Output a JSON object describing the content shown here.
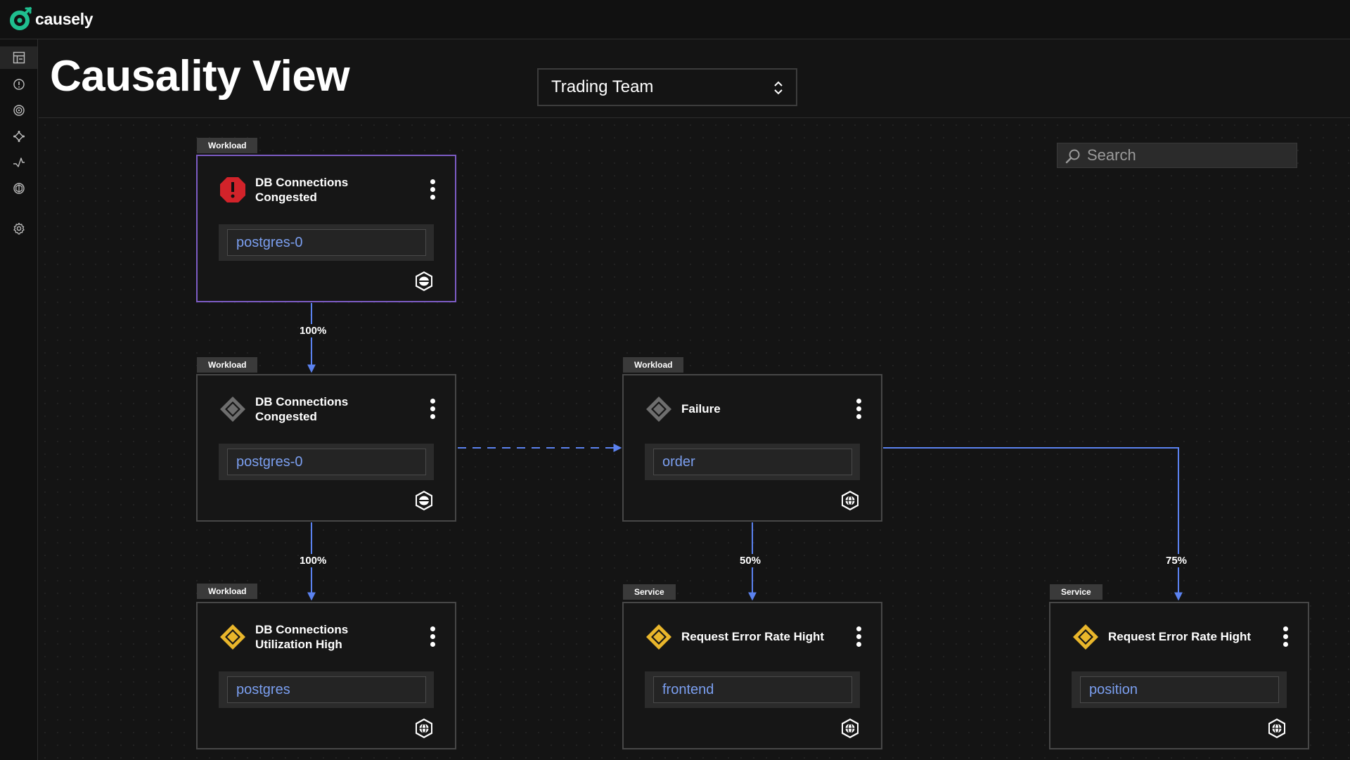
{
  "app": {
    "logo_text": "causely"
  },
  "sidebar": {
    "items": [
      {
        "icon": "topology-icon",
        "active": true
      },
      {
        "icon": "alert-icon",
        "active": false
      },
      {
        "icon": "target-icon",
        "active": false
      },
      {
        "icon": "services-icon",
        "active": false
      },
      {
        "icon": "pulse-icon",
        "active": false
      },
      {
        "icon": "network-icon",
        "active": false
      },
      {
        "icon": "gear-icon",
        "active": false
      }
    ]
  },
  "header": {
    "title": "Causality View",
    "team_select": {
      "value": "Trading Team"
    }
  },
  "search": {
    "placeholder": "Search"
  },
  "colors": {
    "accent_blue": "#5b82f0",
    "root_cause_red": "#d2232a",
    "symptom_yellow": "#e9b62b",
    "inferred_gray": "#6e6e6e",
    "selected_border": "#7c5cc4"
  },
  "cards": [
    {
      "tag": "Workload",
      "title_line1": "DB Connections",
      "title_line2": "Congested",
      "entity": "postgres-0",
      "status": "root-cause",
      "kind_icon": "database-icon",
      "selected": true
    },
    {
      "tag": "Workload",
      "title_line1": "DB Connections",
      "title_line2": "Congested",
      "entity": "postgres-0",
      "status": "inferred",
      "kind_icon": "database-icon",
      "selected": false
    },
    {
      "tag": "Workload",
      "title_line1": "Failure",
      "title_line2": "",
      "entity": "order",
      "status": "inferred",
      "kind_icon": "globe-icon",
      "selected": false
    },
    {
      "tag": "Workload",
      "title_line1": "DB Connections",
      "title_line2": "Utilization High",
      "entity": "postgres",
      "status": "symptom",
      "kind_icon": "globe-icon",
      "selected": false
    },
    {
      "tag": "Service",
      "title_line1": "Request Error Rate Hight",
      "title_line2": "",
      "entity": "frontend",
      "status": "symptom",
      "kind_icon": "globe-icon",
      "selected": false
    },
    {
      "tag": "Service",
      "title_line1": "Request Error Rate Hight",
      "title_line2": "",
      "entity": "position",
      "status": "symptom",
      "kind_icon": "globe-icon",
      "selected": false
    }
  ],
  "edges": [
    {
      "from": "card-1",
      "to": "card-2",
      "label": "100%",
      "style": "solid"
    },
    {
      "from": "card-2",
      "to": "card-3",
      "label": "",
      "style": "dashed"
    },
    {
      "from": "card-2",
      "to": "card-4",
      "label": "100%",
      "style": "solid"
    },
    {
      "from": "card-3",
      "to": "card-5",
      "label": "50%",
      "style": "solid"
    },
    {
      "from": "card-3",
      "to": "card-6",
      "label": "75%",
      "style": "solid"
    }
  ]
}
